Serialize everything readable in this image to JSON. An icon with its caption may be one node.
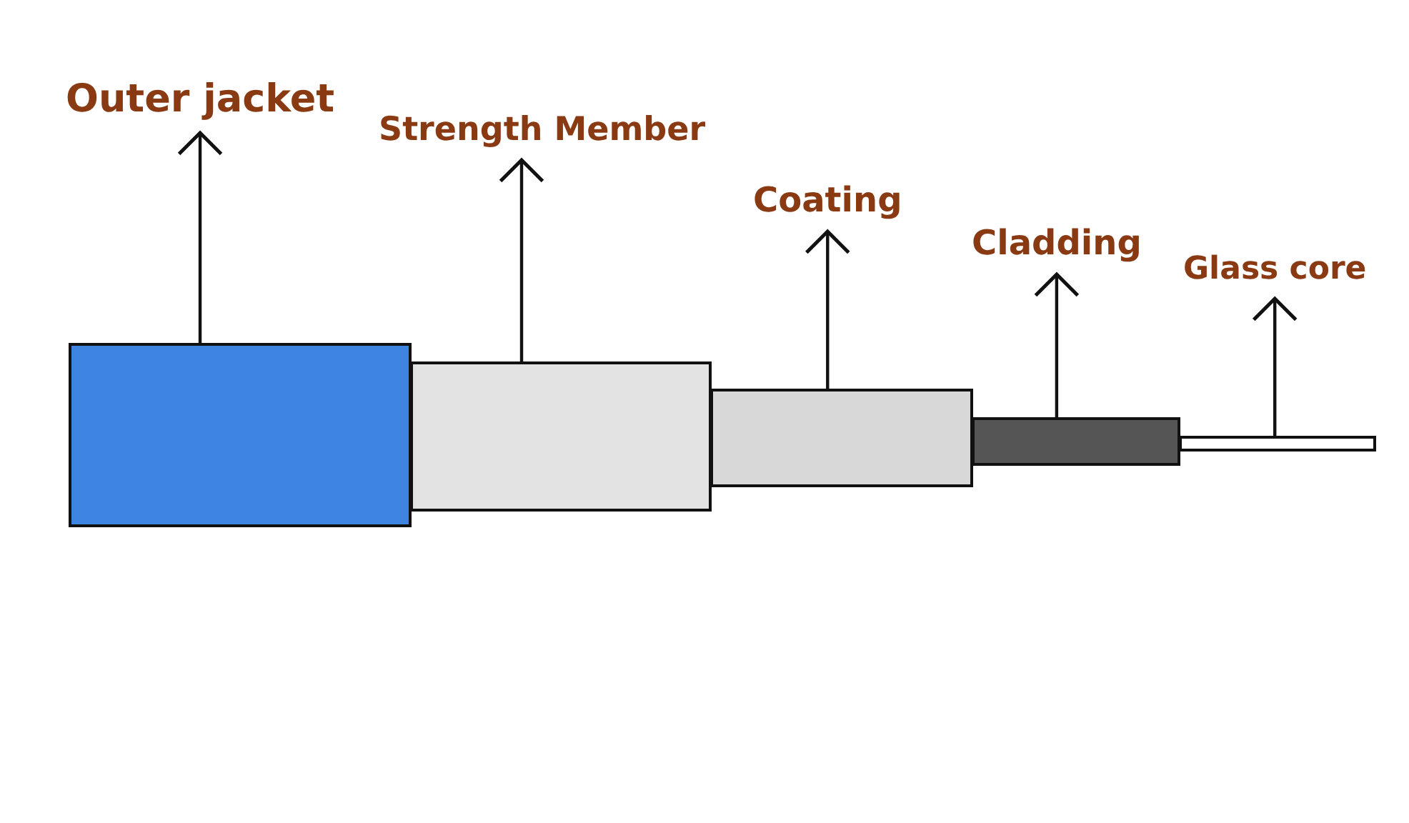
{
  "diagram": {
    "nodes": [
      {
        "text": [
          "Outer jacket"
        ]
      },
      {
        "text": [
          "Strength Member"
        ]
      },
      {
        "text": [
          "Coating"
        ]
      },
      {
        "text": [
          "Cladding"
        ]
      },
      {
        "text": [
          "Glass core"
        ]
      },
      {
        "text": [],
        "shape": "bar"
      },
      {
        "text": [],
        "shape": "bar"
      },
      {
        "text": [],
        "shape": "bar"
      },
      {
        "text": [],
        "shape": "bar"
      },
      {
        "text": [],
        "shape": "bar"
      }
    ],
    "edges": [
      {
        "from": 5,
        "to": 0,
        "arrow": "to"
      },
      {
        "from": 6,
        "to": 1,
        "arrow": "to"
      },
      {
        "from": 7,
        "to": 2,
        "arrow": "to"
      },
      {
        "from": 8,
        "to": 3,
        "arrow": "to"
      },
      {
        "from": 9,
        "to": 4,
        "arrow": "to"
      }
    ]
  }
}
